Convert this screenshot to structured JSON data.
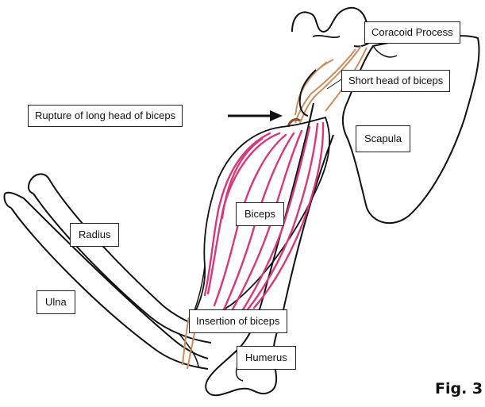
{
  "figure": {
    "caption": "Fig. 3",
    "labels": {
      "coracoid_process": "Coracoid Process",
      "short_head": "Short head of biceps",
      "rupture": "Rupture of long head of biceps",
      "scapula": "Scapula",
      "biceps": "Biceps",
      "radius": "Radius",
      "ulna": "Ulna",
      "insertion": "Insertion of biceps",
      "humerus": "Humerus"
    },
    "colors": {
      "outline": "#111111",
      "muscle_stroke": "#d43a7a",
      "tendon": "#c98e5f",
      "label_border": "#222222"
    }
  }
}
